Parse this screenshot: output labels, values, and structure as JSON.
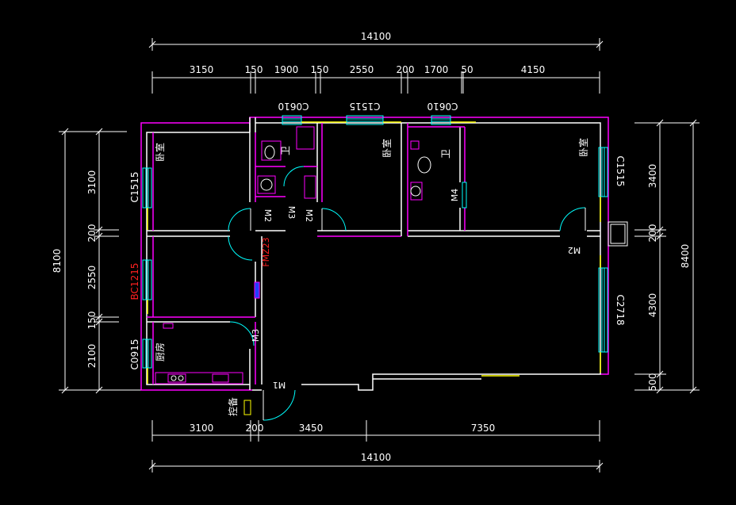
{
  "colors": {
    "background": "#000000",
    "dimension": "#ffffff",
    "wall": "#ffffff",
    "partition": "#ff00ff",
    "window": "#00ffff",
    "door": "#00ffff",
    "sill": "#ffff00",
    "label": "#ffffff",
    "fire_door": "#ff2020",
    "fixture": "#ff00ff"
  },
  "dimensions": {
    "top_total": "14100",
    "top_segments": [
      "3150",
      "150",
      "1900",
      "150",
      "2550",
      "200",
      "1700",
      "50",
      "4150"
    ],
    "bottom_segments": [
      "3100",
      "200",
      "3450",
      "7350"
    ],
    "bottom_total": "14100",
    "left_total": "8100",
    "left_segments": [
      "3100",
      "200",
      "2550",
      "150",
      "2100"
    ],
    "right_total": "8400",
    "right_segments": [
      "3400",
      "200",
      "4300",
      "500"
    ]
  },
  "windows": {
    "top": [
      "C0610",
      "C1515",
      "C0610"
    ],
    "left": [
      "C1515",
      "BC1215",
      "C0915"
    ],
    "right": [
      "C1515",
      "C2718"
    ]
  },
  "doors": {
    "m2_left": "M2",
    "m3_top": "M3",
    "m2_right_bath": "M2",
    "fm": "FMZ23",
    "m4": "M4",
    "m2_right_room": "M2",
    "m3_kitchen": "M3",
    "m1_entry": "M1"
  },
  "rooms": {
    "bedroom_left": "卧室",
    "bath_1": "卫",
    "bedroom_mid": "卧室",
    "bath_2": "卫",
    "bedroom_right": "卧室",
    "kitchen": "厨房",
    "meter": "控备"
  }
}
